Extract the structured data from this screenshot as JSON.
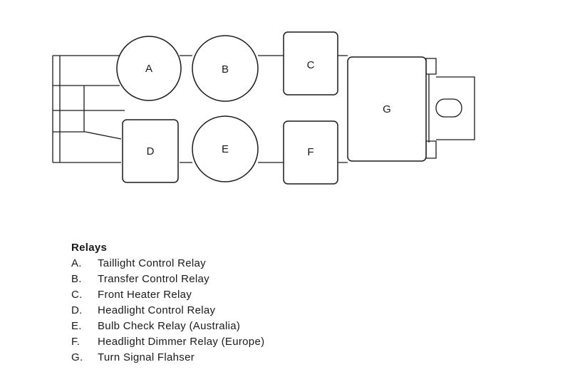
{
  "diagram": {
    "relay_labels": {
      "a": "A",
      "b": "B",
      "c": "C",
      "d": "D",
      "e": "E",
      "f": "F",
      "g": "G"
    }
  },
  "legend": {
    "title": "Relays",
    "items": [
      {
        "letter": "A.",
        "text": "Taillight Control Relay"
      },
      {
        "letter": "B.",
        "text": "Transfer Control Relay"
      },
      {
        "letter": "C.",
        "text": "Front Heater Relay"
      },
      {
        "letter": "D.",
        "text": "Headlight Control Relay"
      },
      {
        "letter": "E.",
        "text": "Bulb Check Relay (Australia)"
      },
      {
        "letter": "F.",
        "text": "Headlight Dimmer Relay (Europe)"
      },
      {
        "letter": "G.",
        "text": "Turn Signal Flahser"
      }
    ]
  }
}
